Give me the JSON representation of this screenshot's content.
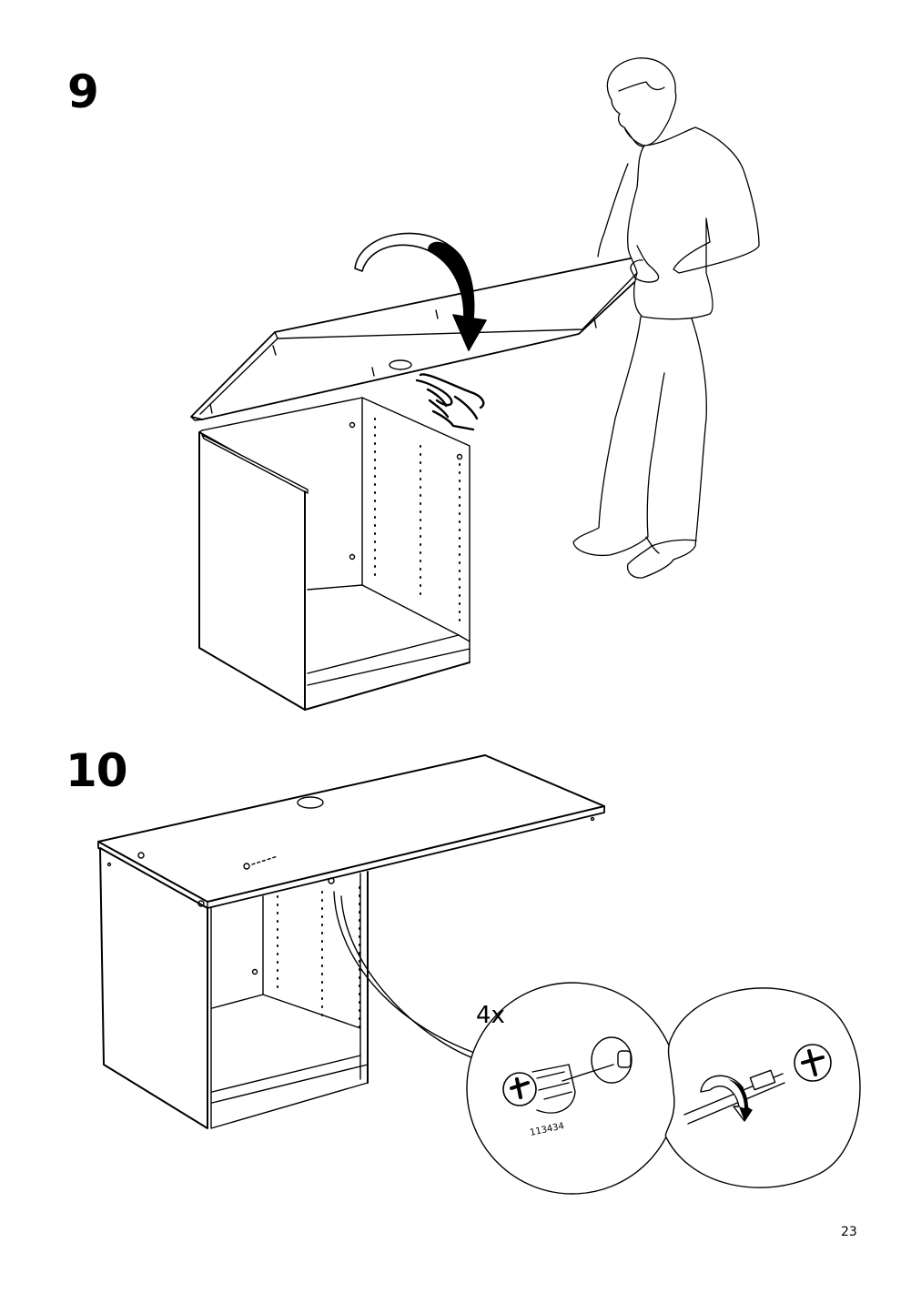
{
  "steps": [
    {
      "number": "9"
    },
    {
      "number": "10"
    }
  ],
  "detail": {
    "quantity": "4x",
    "part_number": "113434"
  },
  "page_number": "23"
}
